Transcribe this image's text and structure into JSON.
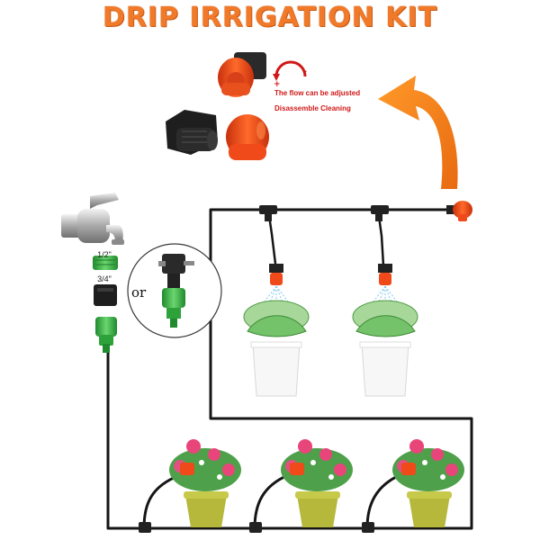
{
  "title": "DRIP IRRIGATION KIT",
  "annotations": {
    "flow_adjust": "The flow can be adjusted",
    "disassemble": "Disassemble  Cleaning",
    "minus_sign": "–",
    "plus_sign": "+"
  },
  "connector_sizes": {
    "half_inch": "1/2\"",
    "three_quarter_inch": "3/4\""
  },
  "or_label": "or",
  "colors": {
    "title_orange": "#f07a2a",
    "arrow_orange": "#f28a1e",
    "dripper_red": "#f04a1a",
    "fitting_green": "#3cb04a",
    "tube_black": "#1a1a1a",
    "note_red": "#d01818"
  },
  "icons": [
    "water-faucet-icon",
    "dripper-icon",
    "curved-arrow-icon",
    "hose-connector-icon",
    "tee-connector-icon",
    "potted-plant-icon",
    "flower-pot-icon"
  ]
}
